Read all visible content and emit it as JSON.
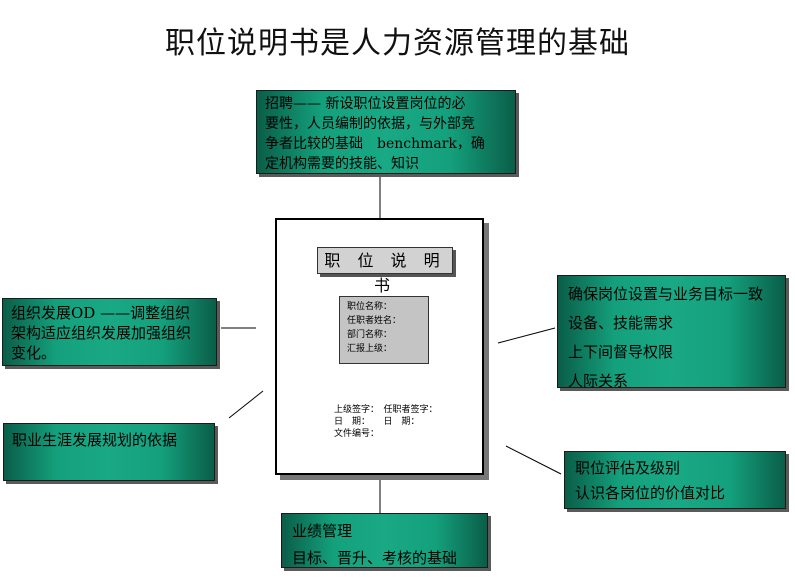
{
  "title": "职位说明书是人力资源管理的基础",
  "boxes": {
    "top": [
      "招聘—— 新设职位设置岗位的必",
      "要性，人员编制的依据，与外部竞",
      "争者比较的基础　benchmark，确",
      "定机构需要的技能、知识"
    ],
    "left_top": [
      "组织发展OD ——调整组织",
      "架构适应组织发展加强组织",
      "变化。"
    ],
    "left_bottom": [
      "职业生涯发展规划的依据"
    ],
    "right_top": [
      "确保岗位设置与业务目标一致",
      "设备、技能需求",
      "上下间督导权限",
      "人际关系"
    ],
    "right_bottom": [
      "职位评估及级别",
      "认识各岗位的价值对比"
    ],
    "bottom": [
      "业绩管理",
      "目标、晋升、考核的基础"
    ]
  },
  "document": {
    "title": "职 位 说 明 书",
    "fields": [
      "职位名称：",
      "任职者姓名：",
      "部门名称：",
      "汇报上级："
    ],
    "signatures": [
      "上级签字：　任职者签字：",
      "日　期：　　日　期：",
      "文件编号："
    ]
  }
}
